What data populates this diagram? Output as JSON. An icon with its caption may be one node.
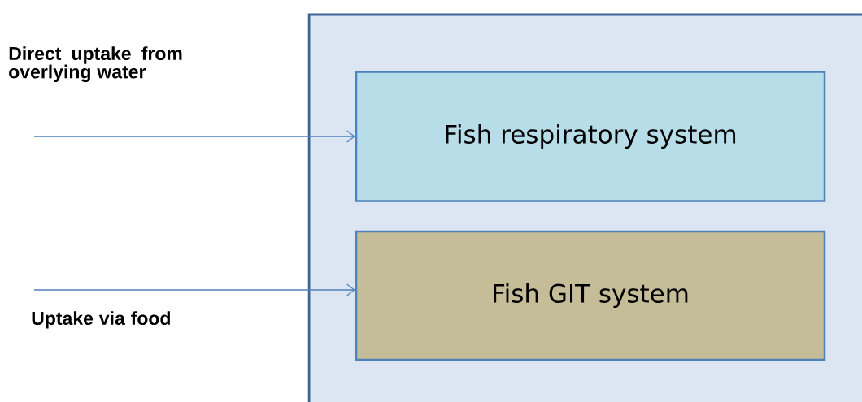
{
  "diagram": {
    "nodes": [
      {
        "text": [],
        "shape": "box"
      },
      {
        "text": [
          "Fish respiratory system"
        ],
        "in": 0
      },
      {
        "text": [
          "Fish GIT system"
        ],
        "in": 0
      }
    ],
    "edges": [
      {
        "from": null,
        "to": 1,
        "arrow": "to",
        "label": "Direct uptake from overlying water"
      },
      {
        "from": null,
        "to": 2,
        "arrow": "to",
        "label": "Uptake via food"
      }
    ]
  }
}
